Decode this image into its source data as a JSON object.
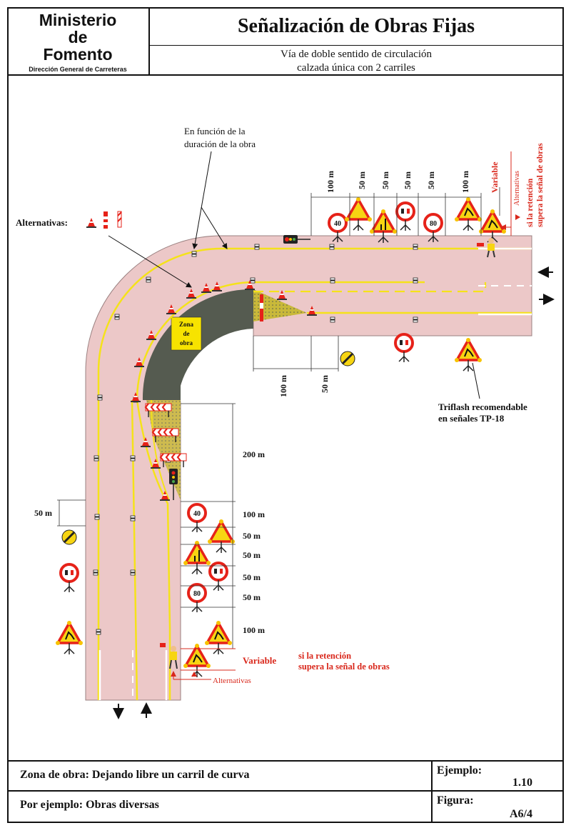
{
  "header": {
    "logo_lines": [
      "Ministerio",
      "de",
      "Fomento"
    ],
    "logo_sub": "Dirección General de Carreteras",
    "title": "Señalización de Obras Fijas",
    "subtitle_1": "Vía de doble sentido de circulación",
    "subtitle_2": "calzada única con 2 carriles"
  },
  "diagram": {
    "note_duration": [
      "En función de la",
      "duración de la obra"
    ],
    "alternatives_label": "Alternativas:",
    "work_zone": [
      "Zona",
      "de",
      "obra"
    ],
    "triflash": [
      "Triflash recomendable",
      "en señales TP-18"
    ],
    "retention_note": [
      "si la retención",
      "supera la señal de obras"
    ],
    "retention_note_rotated": [
      "si la retención",
      "supera la señal de obras"
    ],
    "variable_label": "Variable",
    "alternatives_small": "Alternativas",
    "top_distances": [
      "100 m",
      "50 m",
      "50 m",
      "50 m",
      "50 m",
      "100 m"
    ],
    "top_lower_distances": [
      "100 m",
      "50 m"
    ],
    "left_distances": [
      "200 m",
      "100 m",
      "50 m",
      "50 m",
      "50 m",
      "50 m",
      "100 m"
    ],
    "left_far_distance": "50 m",
    "speed_signs": [
      "40",
      "80"
    ],
    "colors": {
      "road": "#ecc8c8",
      "road_edge": "#9a8080",
      "line_yellow": "#f5e21a",
      "work_zone": "#555b50",
      "sign_red": "#e62219",
      "sign_yellow": "#f7d512",
      "annotation_red": "#d9281c"
    }
  },
  "footer": {
    "zone_text": "Zona de obra: Dejando libre un carril de curva",
    "example_text": "Por ejemplo: Obras diversas",
    "example_label": "Ejemplo:",
    "example_value": "1.10",
    "figure_label": "Figura:",
    "figure_value": "A6/4"
  }
}
